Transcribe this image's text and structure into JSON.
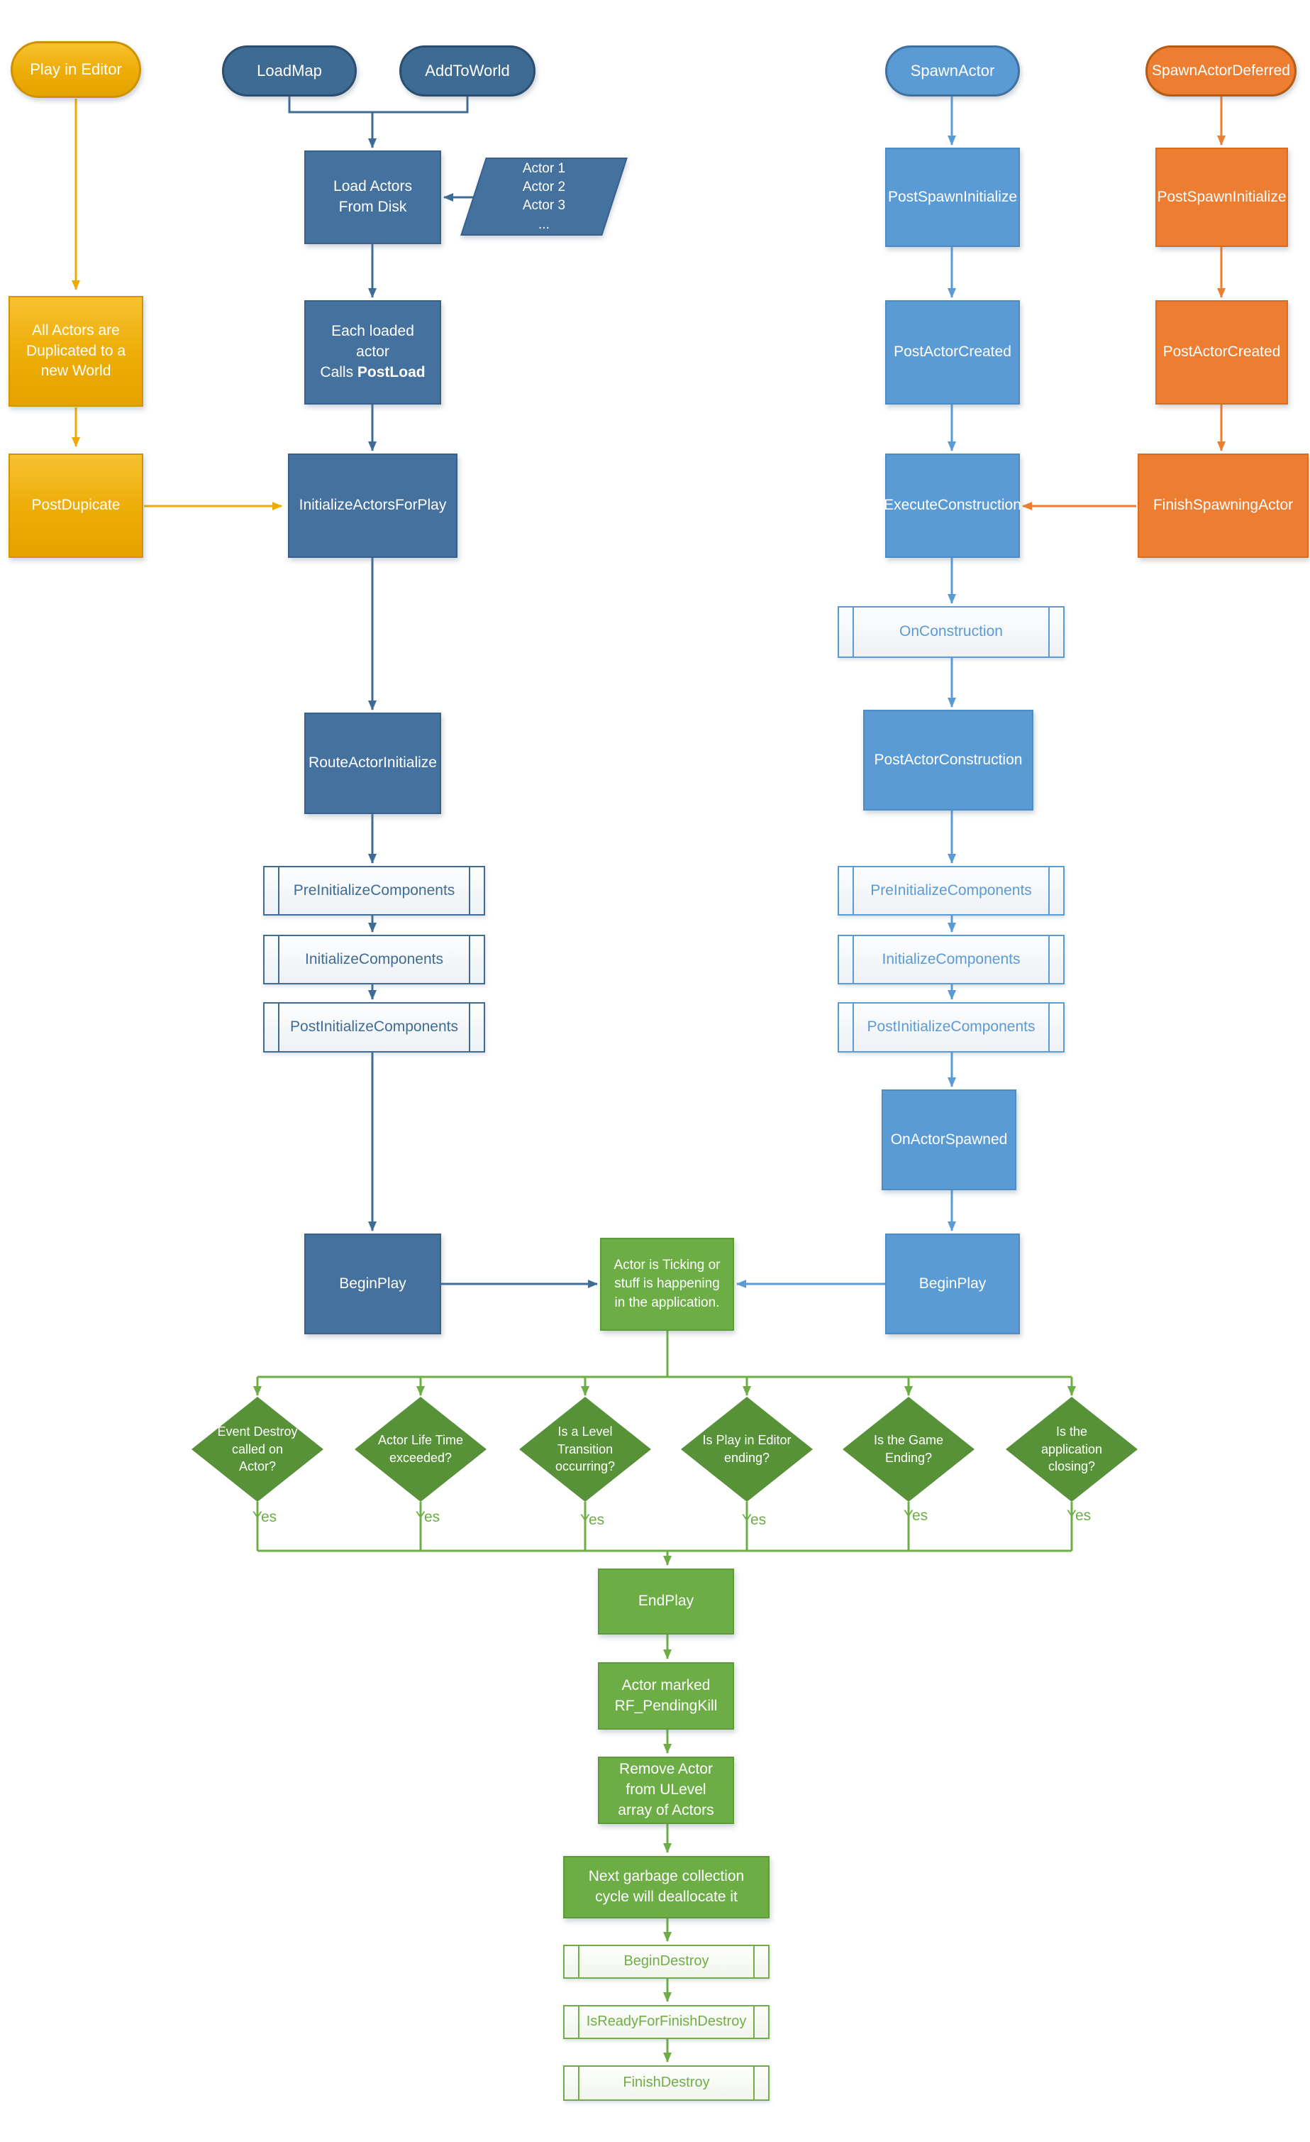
{
  "diagram": {
    "colors": {
      "gold": "#EDAC06",
      "steel_blue": "#44719E",
      "light_blue": "#5B9BD5",
      "orange": "#ED7D31",
      "green": "#6CAE45",
      "diamond_green": "#579138"
    },
    "nodes": {
      "play_in_editor": "Play in Editor",
      "load_map": "LoadMap",
      "add_to_world": "AddToWorld",
      "load_actors_from_disk": "Load Actors From Disk",
      "all_actors_duplicated": "All Actors are Duplicated to a new World",
      "each_loaded_actor_line1": "Each loaded actor",
      "each_loaded_actor_calls": "Calls ",
      "post_load": "PostLoad",
      "post_dupicate": "PostDupicate",
      "initialize_actors_for_play": "InitializeActorsForPlay",
      "route_actor_initialize": "RouteActorInitialize",
      "pre_initialize_components": "PreInitializeComponents",
      "initialize_components": "InitializeComponents",
      "post_initialize_components": "PostInitializeComponents",
      "begin_play_left": "BeginPlay",
      "actor_ticking": "Actor is Ticking or stuff is happening in the application.",
      "spawn_actor": "SpawnActor",
      "post_spawn_initialize_blue": "PostSpawnInitialize",
      "post_actor_created_blue": "PostActorCreated",
      "execute_construction": "ExecuteConstruction",
      "on_construction": "OnConstruction",
      "post_actor_construction": "PostActorConstruction",
      "pre_initialize_components_r": "PreInitializeComponents",
      "initialize_components_r": "InitializeComponents",
      "post_initialize_components_r": "PostInitializeComponents",
      "on_actor_spawned": "OnActorSpawned",
      "begin_play_right": "BeginPlay",
      "spawn_actor_deferred": "SpawnActorDeferred",
      "post_spawn_initialize_orange": "PostSpawnInitialize",
      "post_actor_created_orange": "PostActorCreated",
      "finish_spawning_actor": "FinishSpawningActor",
      "end_play": "EndPlay",
      "actor_marked_pending_kill": "Actor marked RF_PendingKill",
      "remove_actor_from_ulevel": "Remove Actor from ULevel array of Actors",
      "next_gc_cycle": "Next garbage collection cycle will deallocate it",
      "begin_destroy": "BeginDestroy",
      "is_ready_for_finish_destroy": "IsReadyForFinishDestroy",
      "finish_destroy": "FinishDestroy"
    },
    "actor_list": [
      "Actor 1",
      "Actor 2",
      "Actor 3",
      "..."
    ],
    "decisions": [
      "Event Destroy called on Actor?",
      "Actor Life Time exceeded?",
      "Is a Level Transition occurring?",
      "Is Play in Editor ending?",
      "Is the Game Ending?",
      "Is the application closing?"
    ],
    "yes_label": "Yes"
  }
}
